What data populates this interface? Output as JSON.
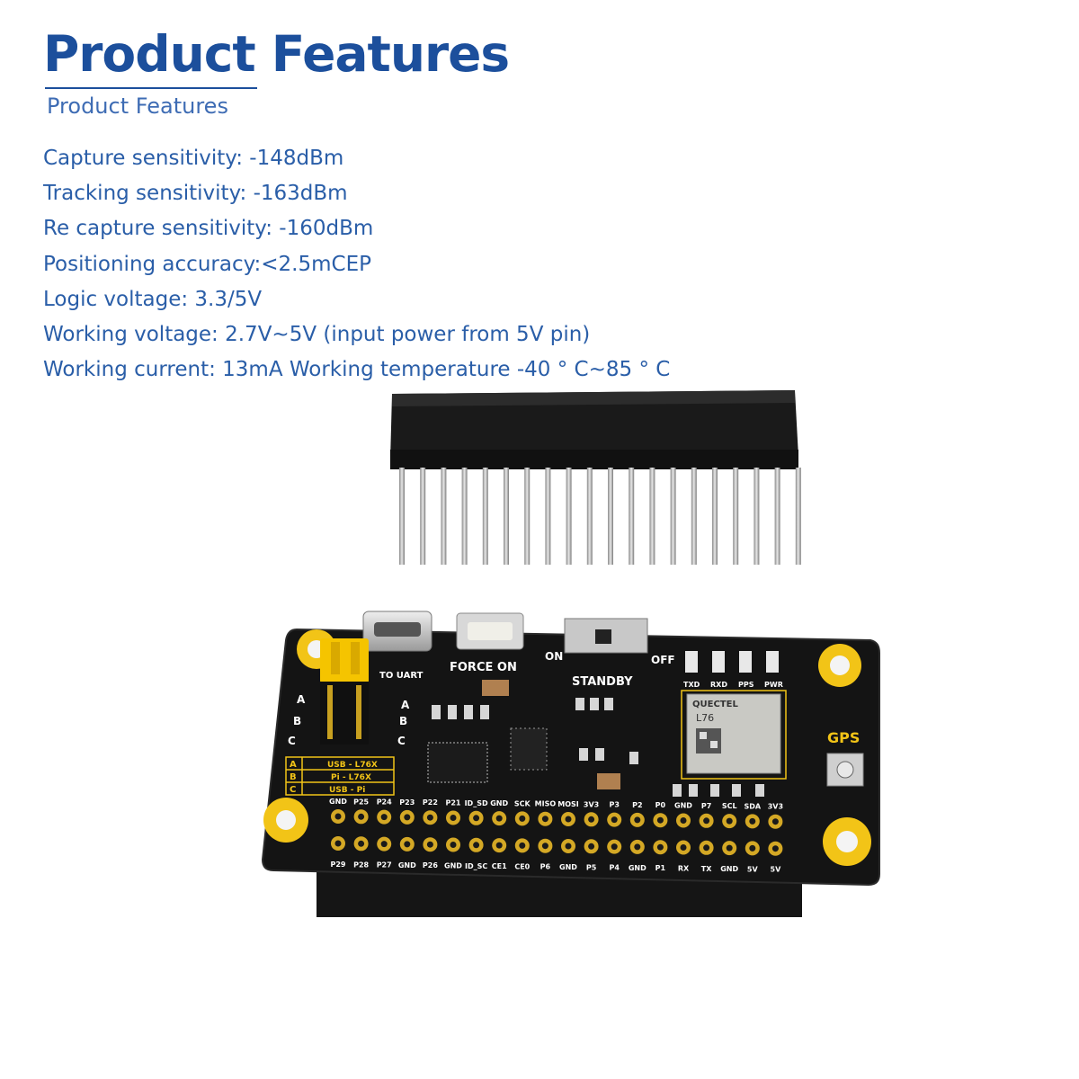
{
  "header": {
    "title": "Product Features",
    "subtitle": "Product Features"
  },
  "features": [
    "Capture sensitivity: -148dBm",
    "Tracking sensitivity: -163dBm",
    "Re capture sensitivity: -160dBm",
    "Positioning accuracy:<2.5mCEP",
    "Logic voltage: 3.3/5V",
    "Working voltage: 2.7V~5V (input power from 5V pin)",
    "Working current: 13mA Working temperature -40 ° C~85 ° C"
  ],
  "board": {
    "force_on": "FORCE ON",
    "on": "ON",
    "off": "OFF",
    "standby": "STANDBY",
    "to_uart": "TO UART",
    "gps": "GPS",
    "module_brand": "QUECTEL",
    "module_model": "L76",
    "led_labels": [
      "TXD",
      "RXD",
      "PPS",
      "PWR"
    ],
    "mode_rows": [
      {
        "key": "A",
        "value": "USB - L76X"
      },
      {
        "key": "B",
        "value": "Pi - L76X"
      },
      {
        "key": "C",
        "value": "USB - Pi"
      }
    ],
    "pins_top": [
      "GND",
      "P25",
      "P24",
      "P23",
      "P22",
      "P21",
      "ID_SD",
      "GND",
      "SCK",
      "MISO",
      "MOSI",
      "3V3",
      "P3",
      "P2",
      "P0",
      "GND",
      "P7",
      "SCL",
      "SDA",
      "3V3"
    ],
    "pins_bottom": [
      "P29",
      "P28",
      "P27",
      "GND",
      "P26",
      "GND",
      "ID_SC",
      "CE1",
      "CE0",
      "P6",
      "GND",
      "P5",
      "P4",
      "GND",
      "P1",
      "RX",
      "TX",
      "GND",
      "5V",
      "5V"
    ]
  },
  "colors": {
    "title": "#1c4f9c",
    "text": "#2a5ea8",
    "pcb": "#141414",
    "silkscreen_yellow": "#f2c417"
  }
}
